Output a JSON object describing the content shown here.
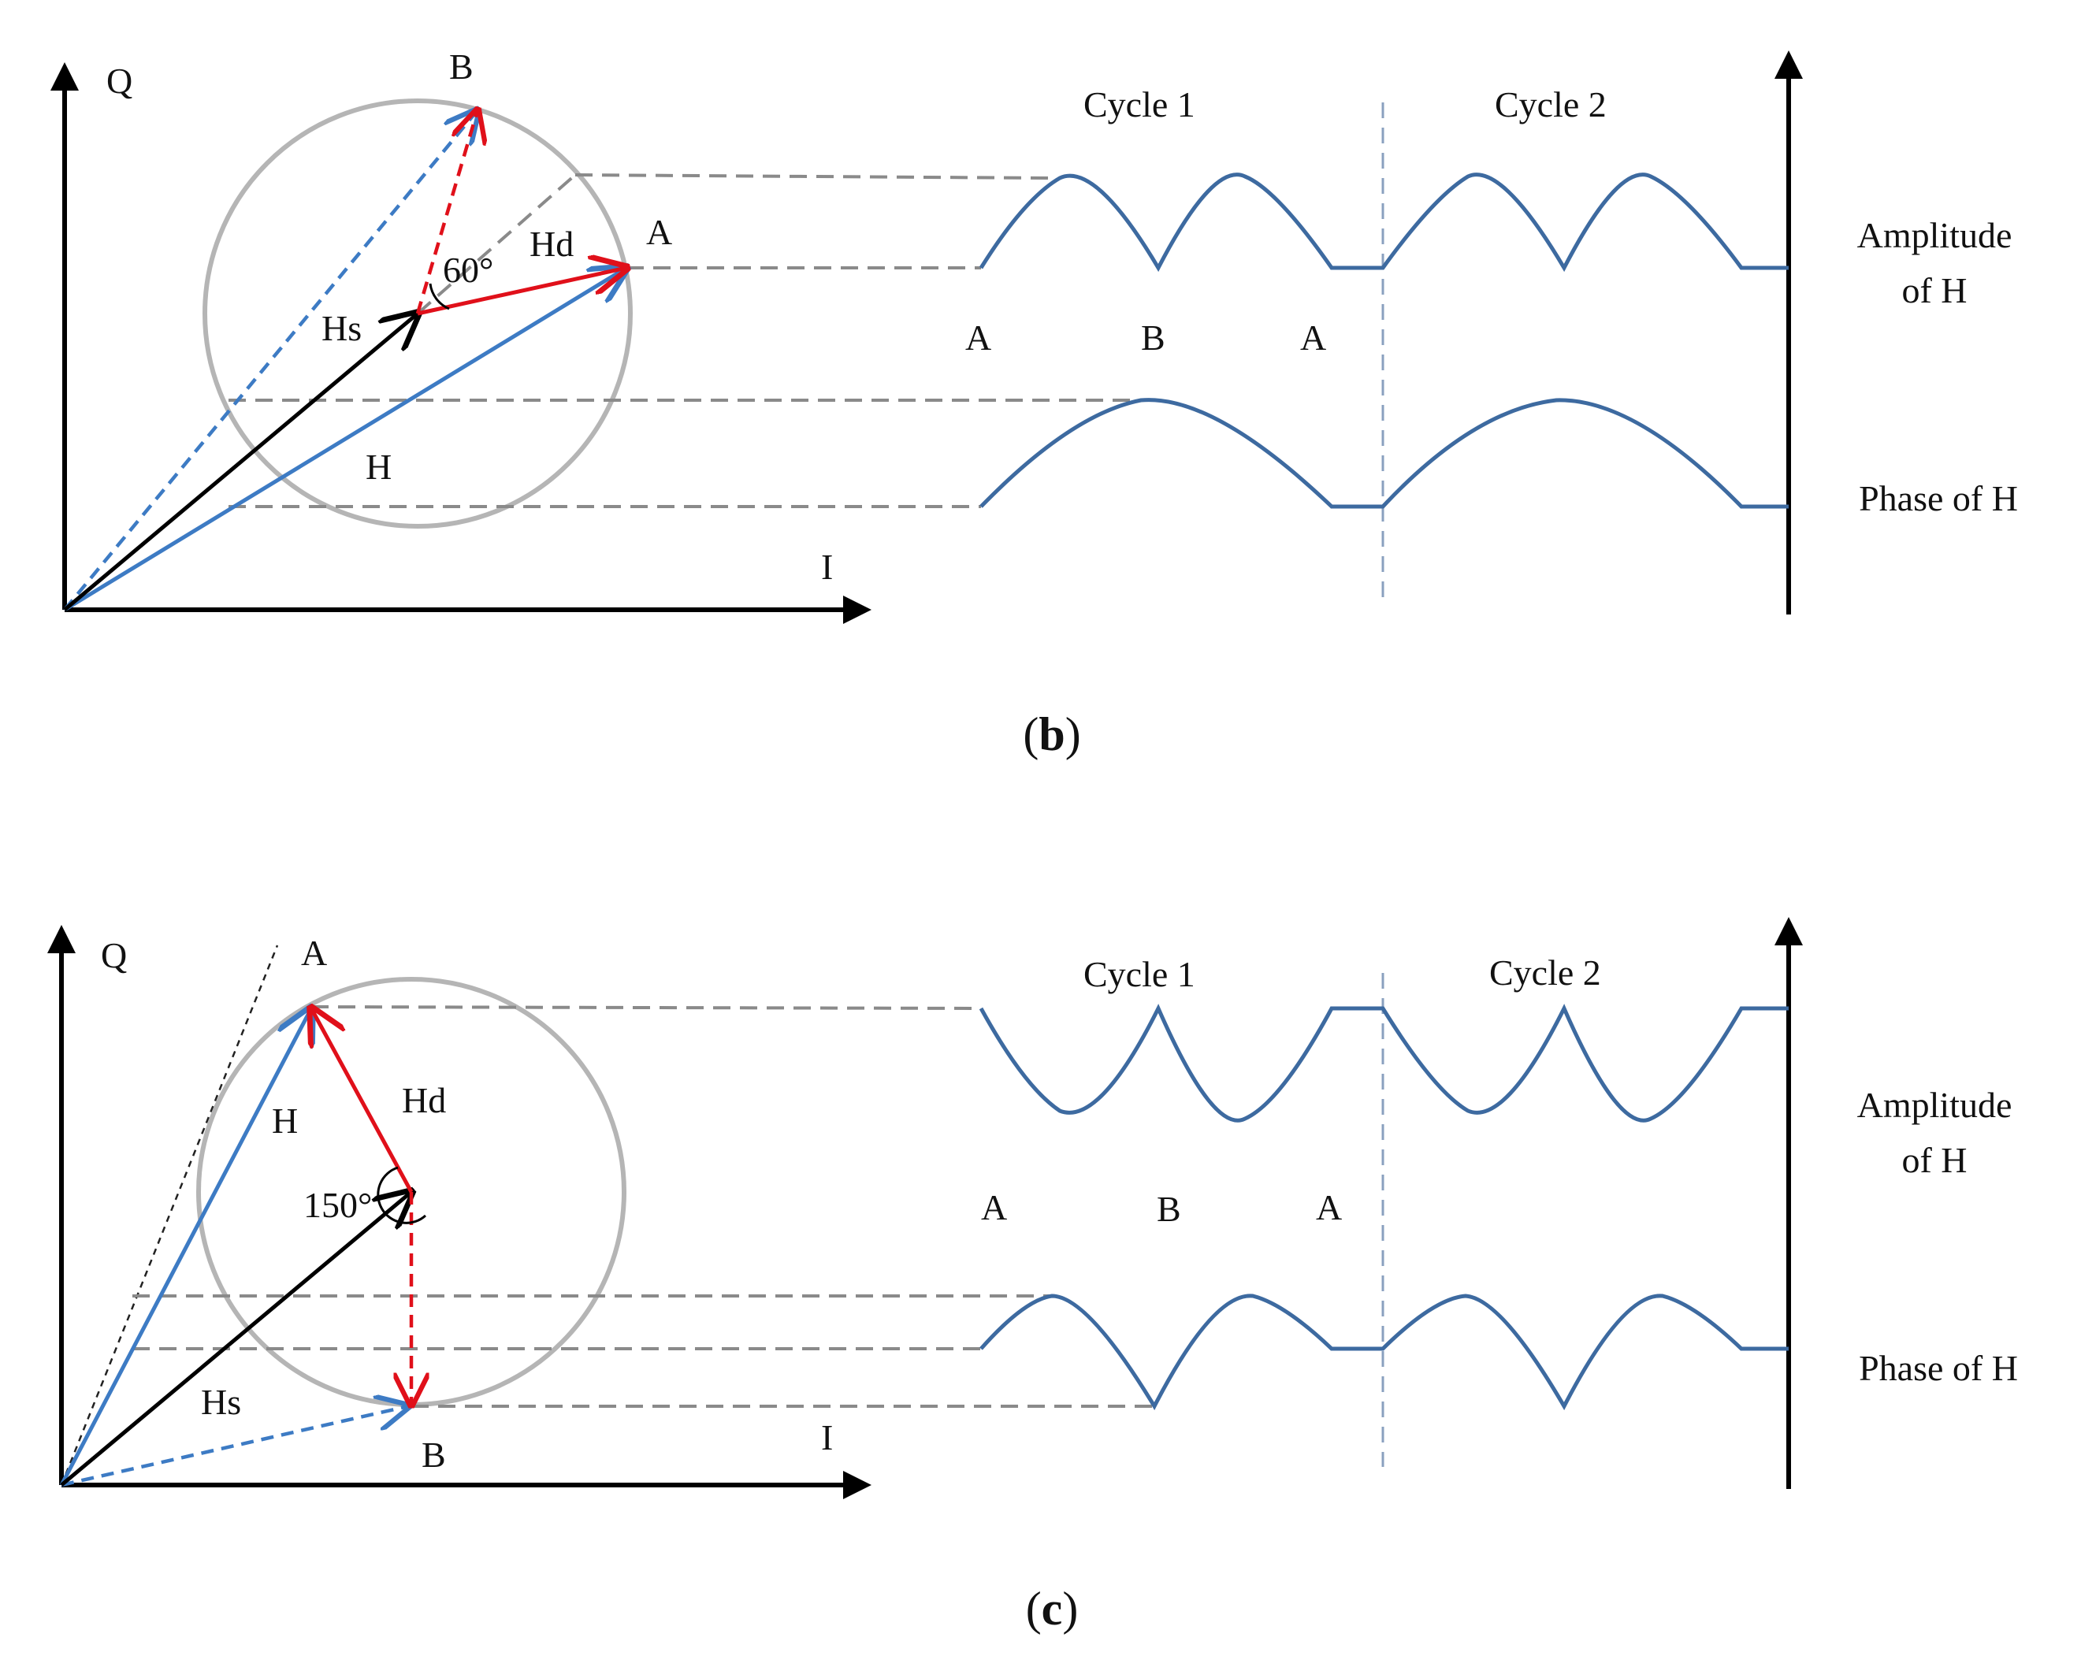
{
  "panel_b": {
    "caption_open": "(",
    "caption_letter": "b",
    "caption_close": ")",
    "axis_q": "Q",
    "axis_i": "I",
    "point_a": "A",
    "point_b": "B",
    "vec_hd": "Hd",
    "vec_hs": "Hs",
    "vec_h": "H",
    "angle": "60°",
    "cycle1": "Cycle 1",
    "cycle2": "Cycle 2",
    "seq": [
      "A",
      "B",
      "A"
    ],
    "amp_line1": "Amplitude",
    "amp_line2": "of H",
    "phase": "Phase of H"
  },
  "panel_c": {
    "caption_open": "(",
    "caption_letter": "c",
    "caption_close": ")",
    "axis_q": "Q",
    "axis_i": "I",
    "point_a": "A",
    "point_b": "B",
    "vec_hd": "Hd",
    "vec_hs": "Hs",
    "vec_h": "H",
    "angle": "150°",
    "cycle1": "Cycle 1",
    "cycle2": "Cycle 2",
    "seq": [
      "A",
      "B",
      "A"
    ],
    "amp_line1": "Amplitude",
    "amp_line2": "of H",
    "phase": "Phase of H"
  },
  "colors": {
    "resultant_vector": "#3d7bc4",
    "static_vector": "#000000",
    "dynamic_vector": "#e0101a",
    "waveform": "#3d6aa0",
    "circle": "#b5b5b5"
  }
}
